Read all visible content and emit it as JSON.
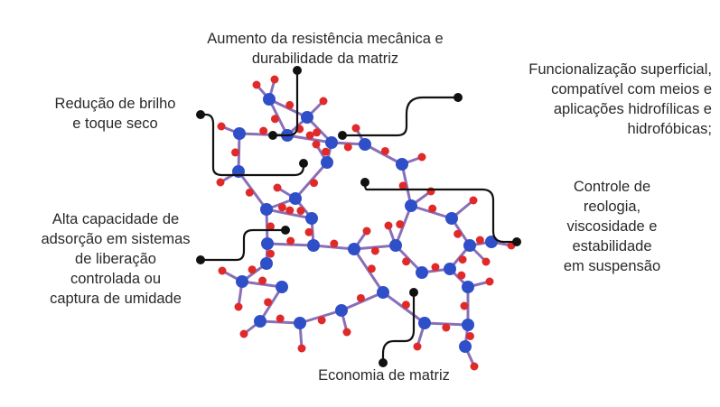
{
  "annotations": {
    "mechanical": [
      "Aumento da resistência mecânica e",
      "durabilidade da matriz"
    ],
    "functionalization": [
      "Funcionalização superficial,",
      "compatível com meios e",
      "aplicações hidrofílicas e",
      "hidrofóbicas;"
    ],
    "gloss": [
      "Redução de brilho",
      "e toque seco"
    ],
    "rheology": [
      "Controle de",
      "reologia,",
      "viscosidade e",
      "estabilidade",
      "em suspensão"
    ],
    "adsorption": [
      "Alta capacidade de",
      "adsorção em sistemas",
      "de liberação",
      "controlada ou",
      "captura de umidade"
    ],
    "economy": [
      "Economia de matriz"
    ]
  },
  "colors": {
    "silicon_atom": "#2f4fc8",
    "oxygen_atom": "#e02a2a",
    "bond": "#8a6fb8",
    "leader_line": "#111111"
  }
}
